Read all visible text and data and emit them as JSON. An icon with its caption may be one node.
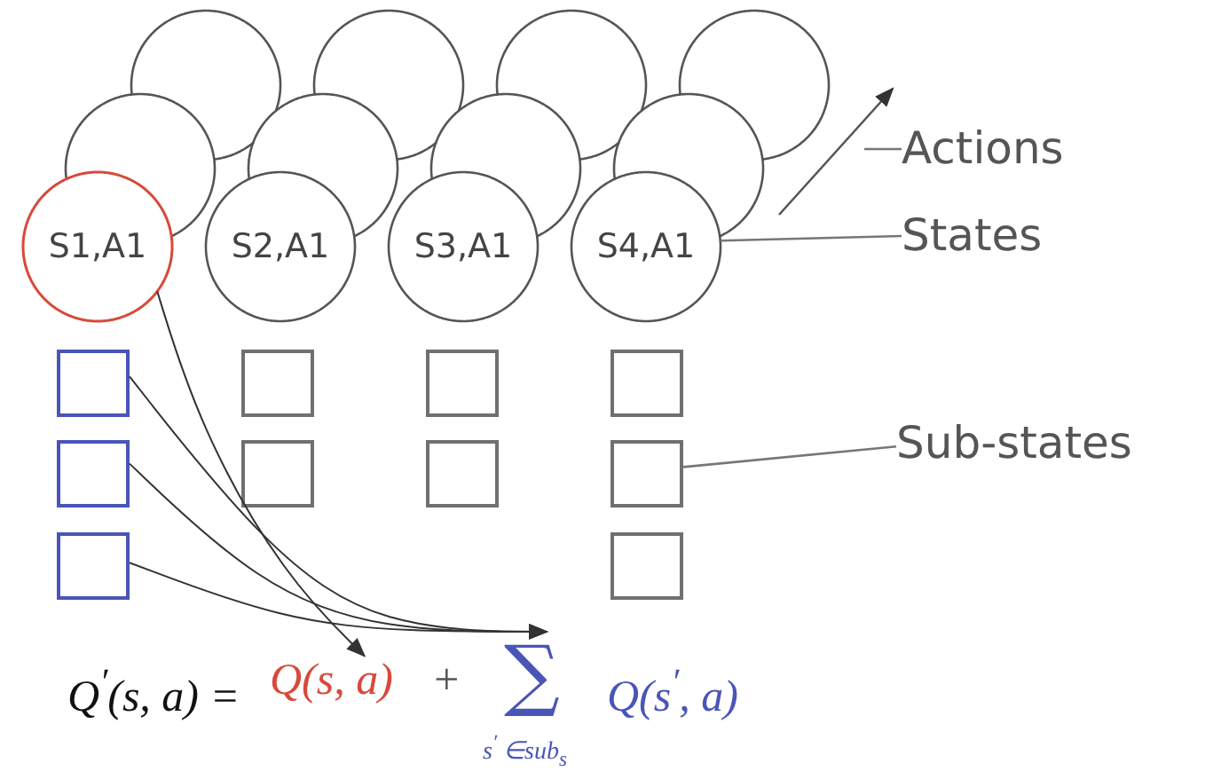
{
  "diagram": {
    "nodes": [
      {
        "text": [],
        "shape": "circle"
      },
      {
        "text": [],
        "shape": "circle"
      },
      {
        "text": [],
        "shape": "circle"
      },
      {
        "text": [],
        "shape": "circle"
      },
      {
        "text": [],
        "shape": "circle"
      },
      {
        "text": [],
        "shape": "circle"
      },
      {
        "text": [],
        "shape": "circle"
      },
      {
        "text": [],
        "shape": "circle"
      },
      {
        "text": [
          "S1,A1"
        ]
      },
      {
        "text": [
          "S2,A1"
        ]
      },
      {
        "text": [
          "S3,A1"
        ]
      },
      {
        "text": [
          "S4,A1"
        ]
      },
      {
        "text": [
          "Actions"
        ]
      },
      {
        "text": [
          "States"
        ]
      },
      {
        "text": [],
        "shape": "box"
      },
      {
        "text": [],
        "shape": "box"
      },
      {
        "text": [],
        "shape": "box"
      },
      {
        "text": [],
        "shape": "box"
      },
      {
        "text": [
          "Sub-states"
        ]
      },
      {
        "text": [],
        "shape": "box"
      },
      {
        "text": [],
        "shape": "box"
      },
      {
        "text": [],
        "shape": "box"
      },
      {
        "text": [],
        "shape": "box"
      },
      {
        "text": [],
        "shape": "box"
      },
      {
        "text": [],
        "shape": "box"
      },
      {
        "text": [
          "Q(s, a)"
        ]
      },
      {
        "text": [
          "∑",
          "s$^{′}$ ∈sub$_{s}$"
        ]
      }
    ],
    "edges": [
      {
        "from": 8,
        "to": 25,
        "arrow": "to"
      },
      {
        "from": 14,
        "to": 26,
        "arrow": "to"
      },
      {
        "from": 19,
        "to": 26,
        "arrow": "to"
      },
      {
        "from": 23,
        "to": 26,
        "arrow": "to"
      },
      {
        "from": 12,
        "to": null,
        "arrow": "none"
      },
      {
        "from": 13,
        "to": 11,
        "arrow": "none"
      },
      {
        "from": 18,
        "to": 22,
        "arrow": "none"
      }
    ],
    "labels": [
      "Q$^{′}$(s, a) =",
      "+",
      "Q(s$^{′}$, a)"
    ]
  }
}
